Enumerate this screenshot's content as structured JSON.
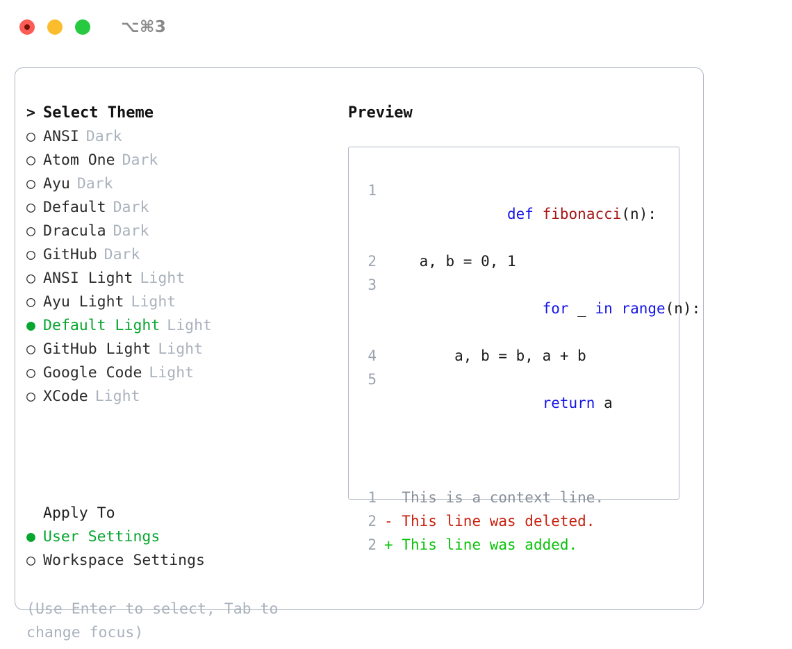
{
  "titlebar": {
    "shortcut": "⌥⌘3",
    "buttons": [
      {
        "name": "close",
        "color": "#fb5d56"
      },
      {
        "name": "minimize",
        "color": "#fbbd2e"
      },
      {
        "name": "zoom",
        "color": "#26c940"
      }
    ]
  },
  "theme_selector": {
    "heading": "Select Theme",
    "heading_marker": ">",
    "marker_unselected": "○",
    "marker_selected": "●",
    "items": [
      {
        "name": "ANSI",
        "tag": "Dark",
        "selected": false
      },
      {
        "name": "Atom One",
        "tag": "Dark",
        "selected": false
      },
      {
        "name": "Ayu",
        "tag": "Dark",
        "selected": false
      },
      {
        "name": "Default",
        "tag": "Dark",
        "selected": false
      },
      {
        "name": "Dracula",
        "tag": "Dark",
        "selected": false
      },
      {
        "name": "GitHub",
        "tag": "Dark",
        "selected": false
      },
      {
        "name": "ANSI Light",
        "tag": "Light",
        "selected": false
      },
      {
        "name": "Ayu Light",
        "tag": "Light",
        "selected": false
      },
      {
        "name": "Default Light",
        "tag": "Light",
        "selected": true
      },
      {
        "name": "GitHub Light",
        "tag": "Light",
        "selected": false
      },
      {
        "name": "Google Code",
        "tag": "Light",
        "selected": false
      },
      {
        "name": "XCode",
        "tag": "Light",
        "selected": false
      }
    ]
  },
  "apply_to": {
    "heading": "Apply To",
    "items": [
      {
        "name": "User Settings",
        "selected": true
      },
      {
        "name": "Workspace Settings",
        "selected": false
      }
    ]
  },
  "hint": {
    "line1": "(Use Enter to select, Tab to",
    "line2": "change focus)"
  },
  "preview": {
    "title": "Preview",
    "code_lines": [
      {
        "no": "1",
        "tokens": [
          {
            "t": "def",
            "k": "kw"
          },
          {
            "t": " ",
            "k": "plain"
          },
          {
            "t": "fibonacci",
            "k": "fn"
          },
          {
            "t": "(n):",
            "k": "plain"
          }
        ]
      },
      {
        "no": "2",
        "tokens": [
          {
            "t": "    a, b = 0, 1",
            "k": "plain"
          }
        ]
      },
      {
        "no": "3",
        "tokens": [
          {
            "t": "    ",
            "k": "plain"
          },
          {
            "t": "for",
            "k": "kw"
          },
          {
            "t": " _ ",
            "k": "plain"
          },
          {
            "t": "in",
            "k": "kw"
          },
          {
            "t": " ",
            "k": "plain"
          },
          {
            "t": "range",
            "k": "bi"
          },
          {
            "t": "(n):",
            "k": "plain"
          }
        ]
      },
      {
        "no": "4",
        "tokens": [
          {
            "t": "        a, b = b, a + b",
            "k": "plain"
          }
        ]
      },
      {
        "no": "5",
        "tokens": [
          {
            "t": "    ",
            "k": "plain"
          },
          {
            "t": "return",
            "k": "kw"
          },
          {
            "t": " a",
            "k": "plain"
          }
        ]
      }
    ],
    "diff_lines": [
      {
        "no": "1",
        "sign": " ",
        "text": " This is a context line.",
        "kind": "ctx"
      },
      {
        "no": "2",
        "sign": "-",
        "text": " This line was deleted.",
        "kind": "del"
      },
      {
        "no": "2",
        "sign": "+",
        "text": " This line was added.",
        "kind": "add"
      }
    ]
  },
  "colors": {
    "accent_green": "#07a62f",
    "muted_gray": "#aab2bd",
    "keyword_blue": "#1414e8",
    "function_red": "#a81414",
    "diff_add_green": "#09c209",
    "diff_del_red": "#c9210f",
    "border": "#aeb6c2"
  }
}
